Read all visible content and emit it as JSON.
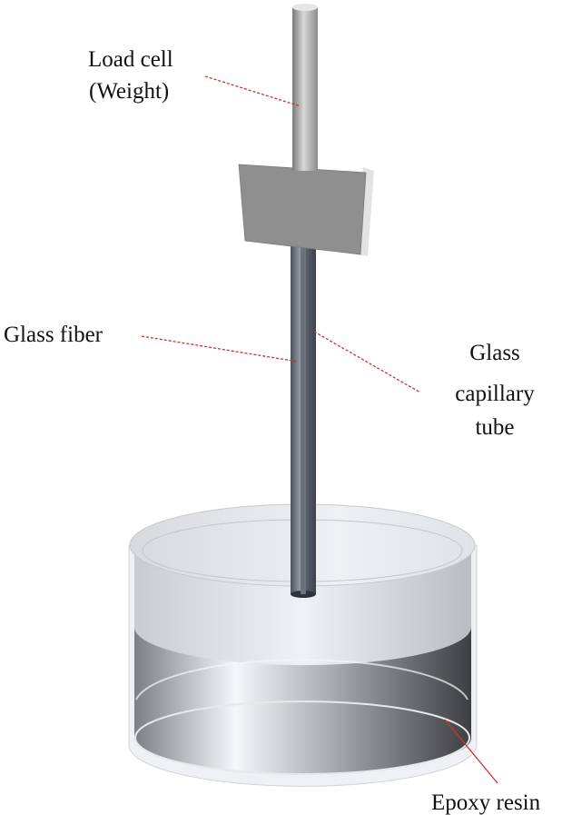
{
  "title": "Fiber pull-out / wetting force measurement setup",
  "labels": {
    "load_cell_line1": "Load cell",
    "load_cell_line2": "(Weight)",
    "glass_fiber": "Glass fiber",
    "capillary_line1": "Glass",
    "capillary_line2": "capillary",
    "capillary_line3": "tube",
    "epoxy": "Epoxy resin"
  },
  "colors": {
    "leader": "#d0302f",
    "plate": "#8f8f8f",
    "tube": "#5f6570"
  }
}
